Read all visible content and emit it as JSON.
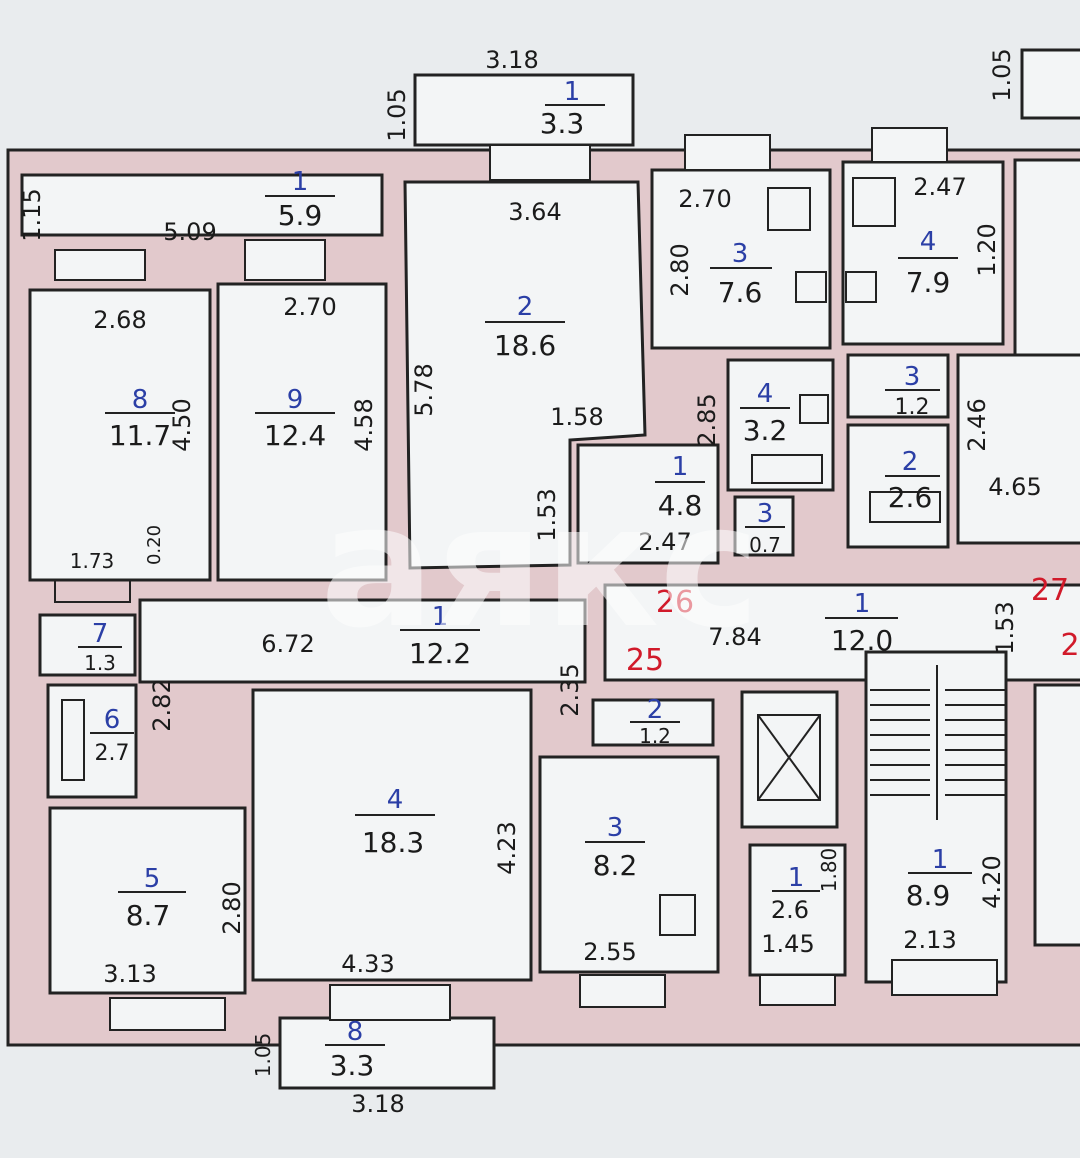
{
  "watermark": "аякс",
  "colors": {
    "wall": "#e2c9cc",
    "room": "#f3f5f6",
    "line": "#222222",
    "room_number": "#2b3fa6",
    "apartment_number": "#d11a2a"
  },
  "rooms": [
    {
      "id": "top-balcony",
      "num": "1",
      "area": "3.3"
    },
    {
      "id": "top-left-balcony",
      "num": "1",
      "area": "5.9"
    },
    {
      "id": "room-18-6",
      "num": "2",
      "area": "18.6"
    },
    {
      "id": "room-7-6",
      "num": "3",
      "area": "7.6"
    },
    {
      "id": "room-7-9",
      "num": "4",
      "area": "7.9"
    },
    {
      "id": "room-11-7",
      "num": "8",
      "area": "11.7"
    },
    {
      "id": "room-12-4",
      "num": "9",
      "area": "12.4"
    },
    {
      "id": "hall-4-8",
      "num": "1",
      "area": "4.8"
    },
    {
      "id": "bath-3-2",
      "num": "4",
      "area": "3.2"
    },
    {
      "id": "wc-0-7",
      "num": "3",
      "area": "0.7"
    },
    {
      "id": "wc-1-2",
      "num": "3",
      "area": "1.2"
    },
    {
      "id": "bath-2-6",
      "num": "2",
      "area": "2.6"
    },
    {
      "id": "corridor-12-2",
      "num": "1",
      "area": "12.2"
    },
    {
      "id": "wc-1-3",
      "num": "7",
      "area": "1.3"
    },
    {
      "id": "bath-2-7",
      "num": "6",
      "area": "2.7"
    },
    {
      "id": "room-8-7",
      "num": "5",
      "area": "8.7"
    },
    {
      "id": "room-18-3",
      "num": "4",
      "area": "18.3"
    },
    {
      "id": "store-1-2",
      "num": "2",
      "area": "1.2"
    },
    {
      "id": "kitchen-8-2",
      "num": "3",
      "area": "8.2"
    },
    {
      "id": "corridor-12-0",
      "num": "1",
      "area": "12.0"
    },
    {
      "id": "hall-2-6",
      "num": "1",
      "area": "2.6"
    },
    {
      "id": "hall-8-9",
      "num": "1",
      "area": "8.9"
    },
    {
      "id": "bottom-balcony",
      "num": "8",
      "area": "3.3"
    }
  ],
  "dimensions": [
    "3.18",
    "1.05",
    "1.15",
    "5.09",
    "3.64",
    "2.70",
    "2.47",
    "1.05",
    "2.68",
    "2.70",
    "4.50",
    "4.58",
    "5.78",
    "2.80",
    "1.20",
    "1.58",
    "2.85",
    "1.53",
    "2.46",
    "4.65",
    "2.47",
    "1.73",
    "0.20",
    "6.72",
    "2.35",
    "7.84",
    "1.53",
    "2.82",
    "4.23",
    "2.80",
    "3.13",
    "4.33",
    "2.55",
    "1.45",
    "1.80",
    "2.13",
    "4.20",
    "1.05",
    "3.18"
  ],
  "apartments": [
    "25",
    "26",
    "27",
    "2"
  ]
}
